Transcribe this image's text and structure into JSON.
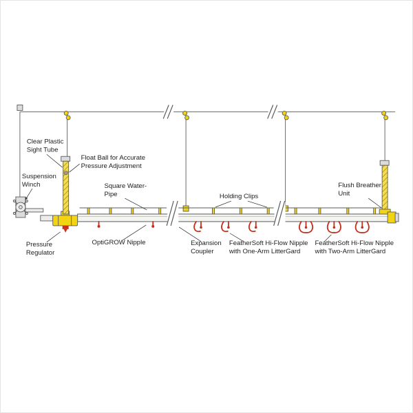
{
  "title": "Poultry watering line component diagram",
  "colors": {
    "yellow": "#f2d413",
    "red": "#c62f1d",
    "line": "#5a5a5a",
    "ink": "#1d1d1d"
  },
  "labels": {
    "sight_tube": [
      "Clear Plastic",
      "Sight Tube"
    ],
    "float_ball": [
      "Float Ball for Accurate",
      "Pressure Adjustment"
    ],
    "suspension_winch": [
      "Suspension",
      "Winch"
    ],
    "square_pipe": [
      "Square Water-",
      "Pipe"
    ],
    "holding_clips": [
      "Holding Clips"
    ],
    "flush_breather": [
      "Flush Breather",
      "Unit"
    ],
    "pressure_regulator": [
      "Pressure",
      "Regulator"
    ],
    "optigrow": [
      "OptiGROW Nipple"
    ],
    "expansion_coupler": [
      "Expansion",
      "Coupler"
    ],
    "one_arm": [
      "FeatherSoft Hi-Flow Nipple",
      "with One-Arm LitterGard"
    ],
    "two_arm": [
      "FeatherSoft Hi-Flow Nipple",
      "with Two-Arm LitterGard"
    ]
  },
  "icons": {
    "winch": "winch-crank-icon",
    "pulley": "suspension-pulley-icon",
    "break": "pipe-break-slashes-icon"
  }
}
